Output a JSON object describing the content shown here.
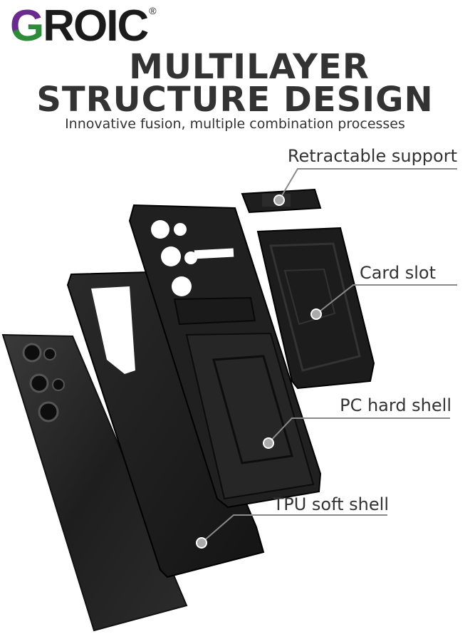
{
  "brand": {
    "logo_first_letter": "G",
    "logo_rest": "ROIC",
    "registered_mark": "®",
    "colors": {
      "purple": "#6a2a8f",
      "green": "#2e8b3a"
    }
  },
  "heading": {
    "line1": "MULTILAYER",
    "line2": "STRUCTURE DESIGN",
    "subtitle": "Innovative fusion, multiple combination processes"
  },
  "callouts": {
    "retractable_support": "Retractable support",
    "card_slot": "Card slot",
    "pc_hard_shell": "PC hard shell",
    "tpu_soft_shell": "TPU soft shell"
  },
  "colors": {
    "text": "#333333",
    "product": "#1c1c1c",
    "leader_line": "#8a8a8a"
  }
}
